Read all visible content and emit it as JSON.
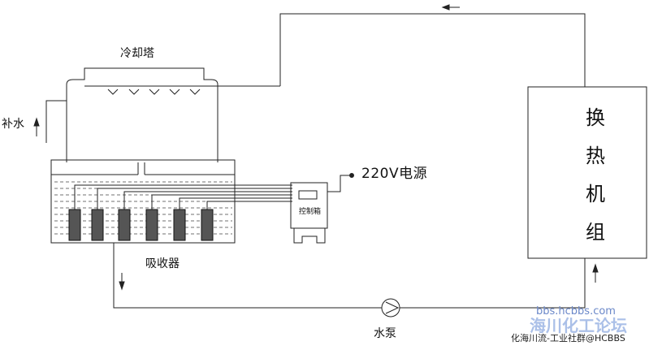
{
  "labels": {
    "cooling_tower": "冷却塔",
    "makeup_water": "补水",
    "absorber": "吸收器",
    "power_supply": "220V电源",
    "control_box": "控制箱",
    "heat_exchanger": [
      "换",
      "热",
      "机",
      "组"
    ],
    "water_pump": "水泵"
  },
  "watermark": {
    "url": "bbs.hcbbs.com",
    "forum_name": "海川化工论坛",
    "credit": "化海川流-工业社群@HCBBS"
  }
}
